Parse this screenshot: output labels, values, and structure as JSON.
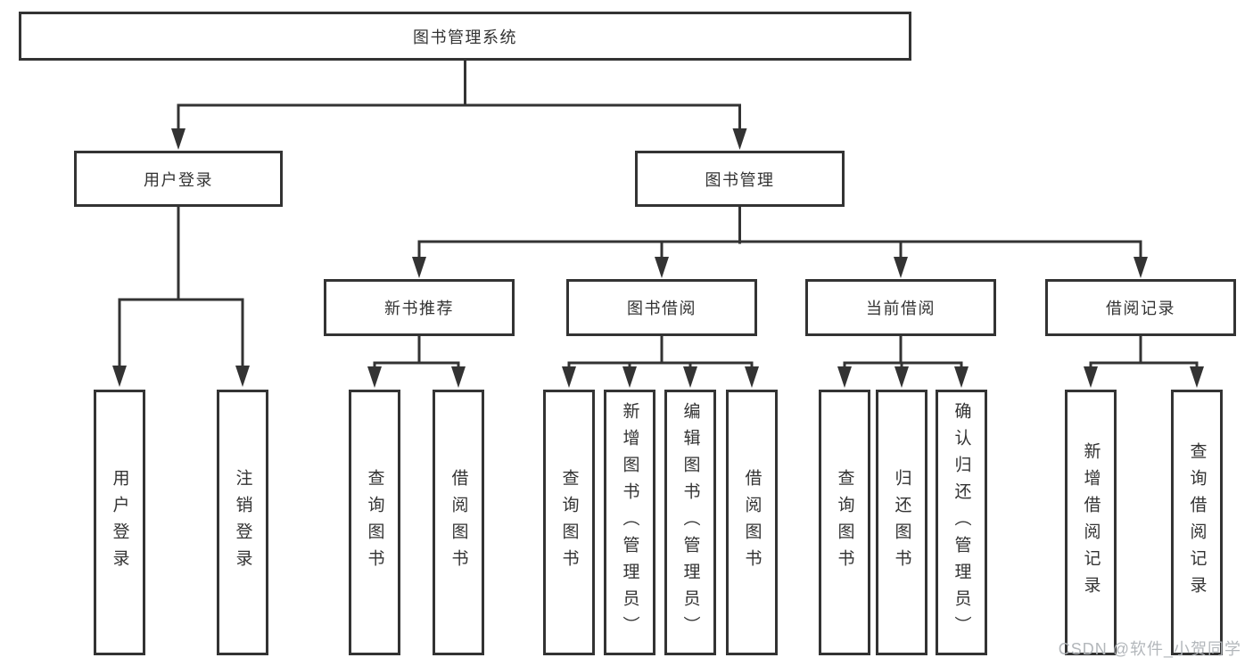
{
  "diagram": {
    "root": {
      "label": "图书管理系统"
    },
    "level1": [
      {
        "id": "user-login",
        "label": "用户登录"
      },
      {
        "id": "book-management",
        "label": "图书管理"
      }
    ],
    "level2": [
      {
        "id": "new-book-recommendation",
        "label": "新书推荐",
        "parent": "图书管理"
      },
      {
        "id": "book-borrowing",
        "label": "图书借阅",
        "parent": "图书管理"
      },
      {
        "id": "current-borrowing",
        "label": "当前借阅",
        "parent": "图书管理"
      },
      {
        "id": "borrowing-records",
        "label": "借阅记录",
        "parent": "图书管理"
      }
    ],
    "leaf_groups": [
      {
        "parent": "用户登录",
        "items": [
          "用户登录",
          "注销登录"
        ]
      },
      {
        "parent": "新书推荐",
        "items": [
          "查询图书",
          "借阅图书"
        ]
      },
      {
        "parent": "图书借阅",
        "items": [
          "查询图书",
          "新增图书（管理员）",
          "编辑图书（管理员）",
          "借阅图书"
        ]
      },
      {
        "parent": "当前借阅",
        "items": [
          "查询图书",
          "归还图书",
          "确认归还（管理员）"
        ]
      },
      {
        "parent": "借阅记录",
        "items": [
          "新增借阅记录",
          "查询借阅记录"
        ]
      }
    ]
  },
  "watermark": {
    "text": "CSDN @软件_小贺同学"
  },
  "colors": {
    "line": "#333333",
    "text": "#333333",
    "background": "#ffffff",
    "watermark": "#b3b7bb"
  }
}
